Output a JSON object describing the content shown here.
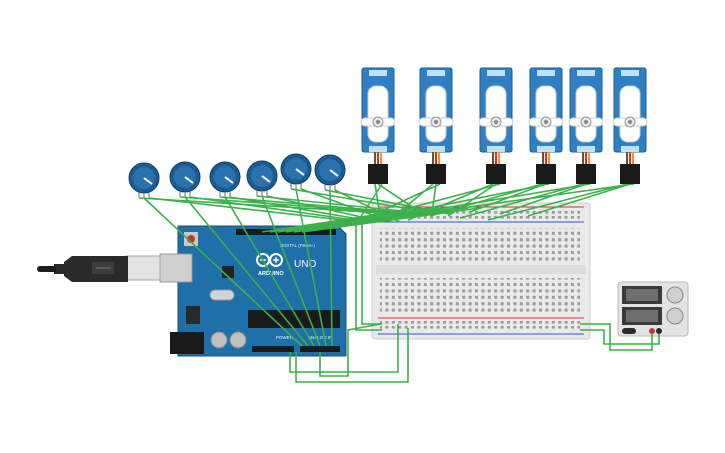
{
  "arduino": {
    "brand_label": "ARDUINO",
    "model_label": "UNO",
    "digital_header_label": "DIGITAL (PWM~)",
    "power_label": "POWER",
    "analog_label": "ANALOG IN",
    "body_color": "#1f6fa8",
    "icons": [
      "arduino-logo-icon",
      "usb-cable-icon",
      "reset-button-icon"
    ]
  },
  "servos": {
    "count": 6,
    "body_color": "#2e7fc4"
  },
  "potentiometers": {
    "count": 6,
    "knob_color": "#1b5c93"
  },
  "breadboard": {
    "rail_plus_color": "#d9302c",
    "rail_minus_color": "#2a57c9"
  },
  "power_supply": {
    "icons": [
      "power-switch-icon",
      "voltage-knob-icon",
      "current-knob-icon"
    ]
  },
  "wire_color": "#3cb04a"
}
